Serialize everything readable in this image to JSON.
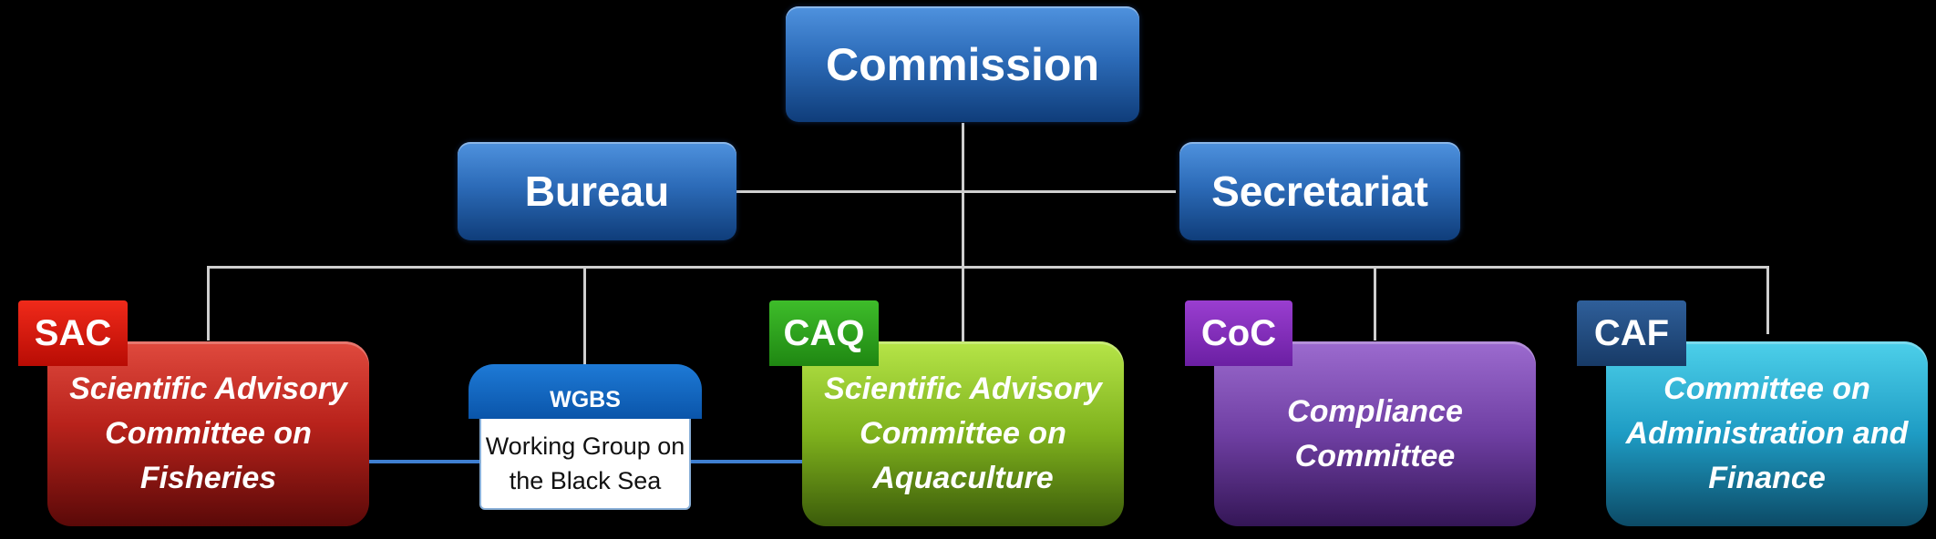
{
  "top": {
    "commission": "Commission",
    "bureau": "Bureau",
    "secretariat": "Secretariat"
  },
  "committees": {
    "sac": {
      "tag": "SAC",
      "name": "Scientific Advisory Committee on Fisheries"
    },
    "caq": {
      "tag": "CAQ",
      "name": "Scientific Advisory Committee on Aquaculture"
    },
    "coc": {
      "tag": "CoC",
      "name": "Compliance Committee"
    },
    "caf": {
      "tag": "CAF",
      "name": "Committee on Administration and Finance"
    }
  },
  "wgbs": {
    "tag": "WGBS",
    "name": "Working Group on the Black Sea"
  },
  "colors": {
    "sac": "#b8221b",
    "caq": "#7fb21d",
    "coc": "#6f3fa3",
    "caf": "#1e9cc4",
    "top": "#2c6bb8",
    "connector": "#cfcfcf"
  }
}
